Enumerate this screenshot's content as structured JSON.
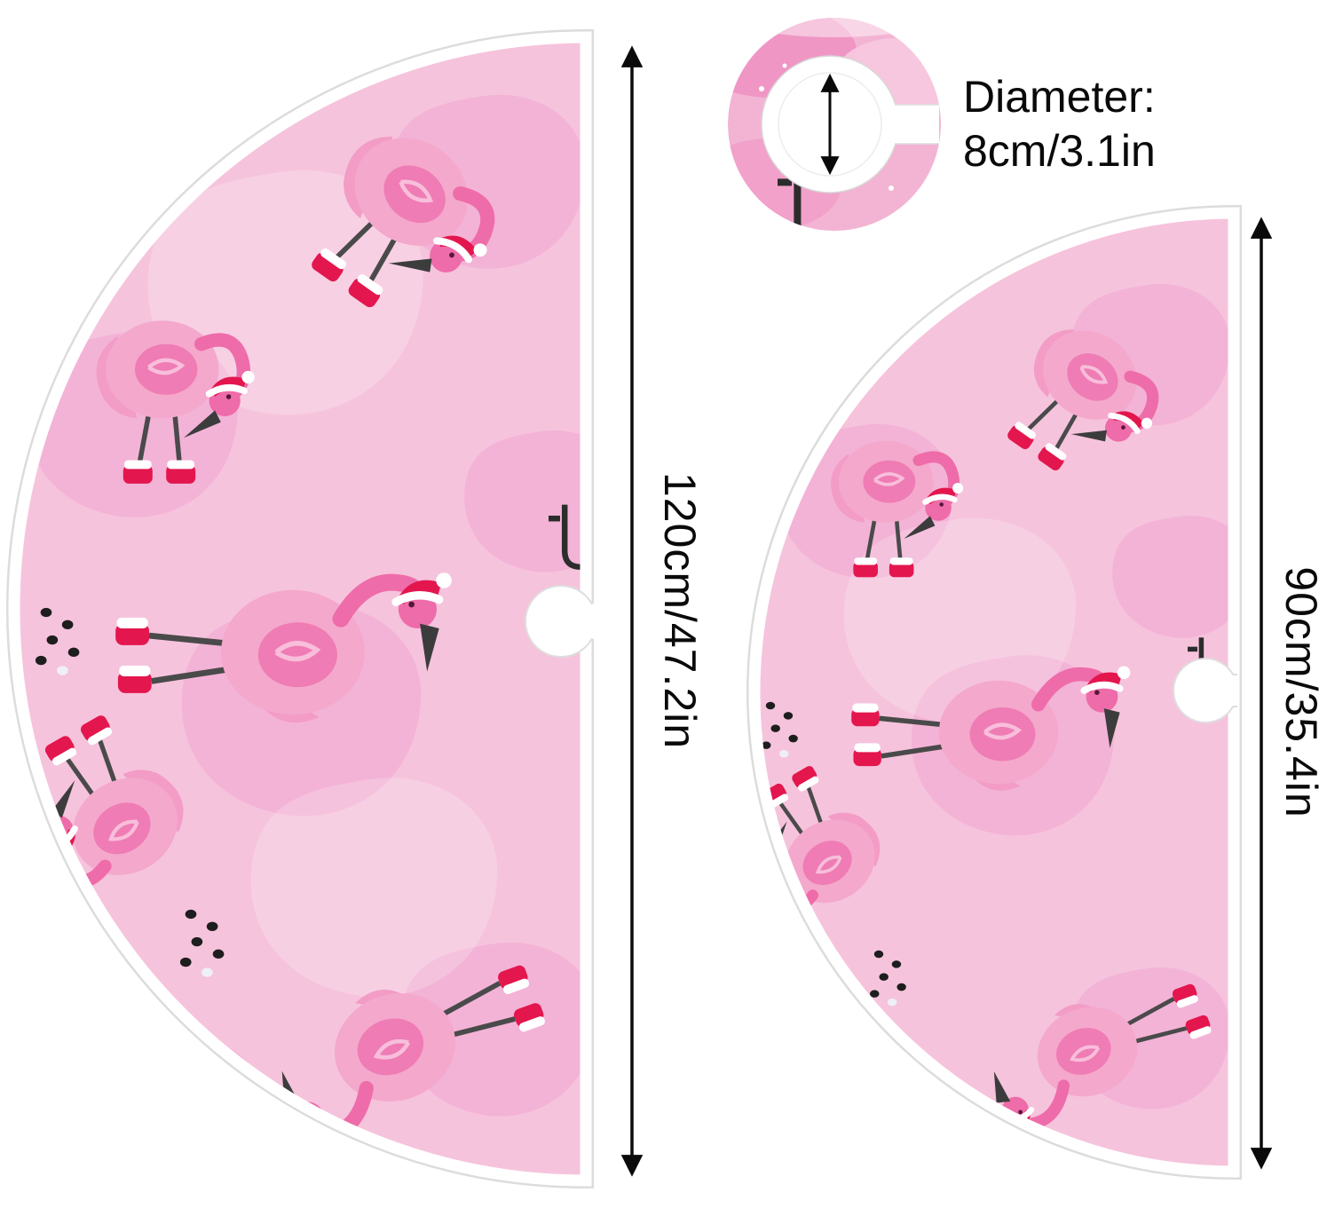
{
  "page": {
    "background": "#ffffff",
    "description": "product photo of pink flamingo christmas tree skirts in two sizes with a detail inset of the center hole"
  },
  "annotations": {
    "large_size": "120cm/47.2in",
    "small_size": "90cm/35.4in",
    "diameter_line1": "Diameter:",
    "diameter_line2": "8cm/3.1in"
  },
  "colors": {
    "skirt_pink": "#f6c3dc",
    "inset_pink": "#f3b4d3",
    "blob_pink": "#f0a3cf",
    "flamingo_body": "#f4a8cc",
    "flamingo_accent": "#ee6ca9",
    "santa_red": "#e3164e",
    "trim_white": "#ffffff",
    "annotation_black": "#0a0a0a"
  }
}
